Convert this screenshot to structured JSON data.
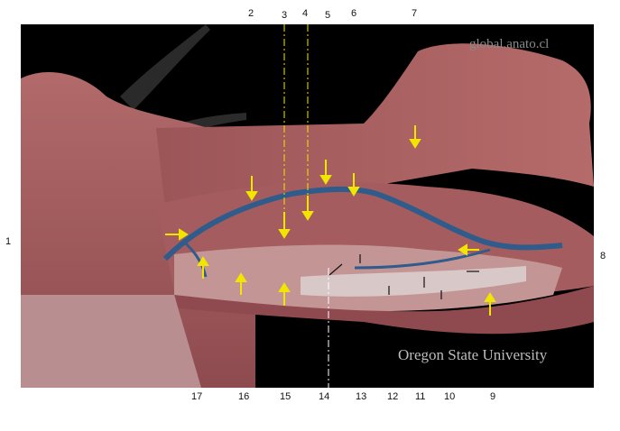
{
  "watermarks": {
    "site": "global.anato.cl",
    "institution": "Oregon State University"
  },
  "labels": {
    "top": [
      "2",
      "3",
      "4",
      "5",
      "6",
      "7"
    ],
    "left": "1",
    "right": "8",
    "bottom": [
      "17",
      "16",
      "15",
      "14",
      "13",
      "12",
      "11",
      "10",
      "9"
    ]
  },
  "colors": {
    "background": "#000000",
    "tissue": "#a15a5c",
    "vein": "#2f5c8a",
    "arrow_yellow": "#f2e600",
    "arrow_black": "#111111"
  }
}
